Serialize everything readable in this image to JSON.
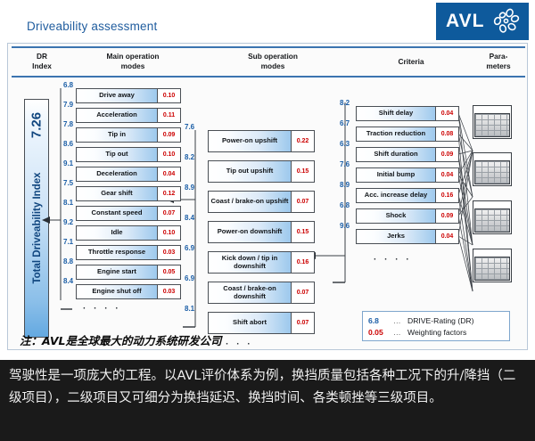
{
  "header": {
    "title": "Driveability assessment",
    "logo_text": "AVL",
    "logo_mark": "avl-swirl-icon"
  },
  "columns": {
    "dr_index": "DR\nIndex",
    "dr_index_line1": "DR",
    "dr_index_line2": "Index",
    "main_line1": "Main operation",
    "main_line2": "modes",
    "sub_line1": "Sub operation",
    "sub_line2": "modes",
    "criteria": "Criteria",
    "parameters_line1": "Para-",
    "parameters_line2": "meters"
  },
  "total_index": {
    "value": "7.26",
    "label": "Total Driveability Index"
  },
  "main_modes": [
    {
      "score": "6.8",
      "label": "Drive away",
      "weight": "0.10"
    },
    {
      "score": "7.9",
      "label": "Acceleration",
      "weight": "0.11"
    },
    {
      "score": "7.8",
      "label": "Tip in",
      "weight": "0.09"
    },
    {
      "score": "8.6",
      "label": "Tip out",
      "weight": "0.10"
    },
    {
      "score": "9.1",
      "label": "Deceleration",
      "weight": "0.04"
    },
    {
      "score": "7.5",
      "label": "Gear shift",
      "weight": "0.12"
    },
    {
      "score": "8.1",
      "label": "Constant speed",
      "weight": "0.07"
    },
    {
      "score": "9.2",
      "label": "Idle",
      "weight": "0.10"
    },
    {
      "score": "7.1",
      "label": "Throttle response",
      "weight": "0.03"
    },
    {
      "score": "8.8",
      "label": "Engine start",
      "weight": "0.05"
    },
    {
      "score": "8.4",
      "label": "Engine shut off",
      "weight": "0.03"
    }
  ],
  "sub_modes": [
    {
      "score": "7.6",
      "label": "Power-on upshift",
      "weight": "0.22"
    },
    {
      "score": "8.2",
      "label": "Tip out upshift",
      "weight": "0.15"
    },
    {
      "score": "8.9",
      "label": "Coast / brake-on upshift",
      "weight": "0.07"
    },
    {
      "score": "8.4",
      "label": "Power-on downshift",
      "weight": "0.15"
    },
    {
      "score": "6.9",
      "label": "Kick down / tip in downshift",
      "weight": "0.16"
    },
    {
      "score": "6.9",
      "label": "Coast / brake-on downshift",
      "weight": "0.07"
    },
    {
      "score": "8.1",
      "label": "Shift abort",
      "weight": "0.07"
    }
  ],
  "criteria": [
    {
      "score": "8.2",
      "label": "Shift delay",
      "weight": "0.04"
    },
    {
      "score": "6.7",
      "label": "Traction reduction",
      "weight": "0.08"
    },
    {
      "score": "6.3",
      "label": "Shift duration",
      "weight": "0.09"
    },
    {
      "score": "7.6",
      "label": "Initial bump",
      "weight": "0.04"
    },
    {
      "score": "8.9",
      "label": "Acc. increase delay",
      "weight": "0.16"
    },
    {
      "score": "6.8",
      "label": "Shock",
      "weight": "0.09"
    },
    {
      "score": "9.6",
      "label": "Jerks",
      "weight": "0.04"
    }
  ],
  "parameter_tables": [
    "parameter-table-1",
    "parameter-table-2",
    "parameter-table-3",
    "parameter-table-4"
  ],
  "ellipses": {
    "main": "· · · ·",
    "sub": "· · · ·",
    "criteria": "· · · ·"
  },
  "legend": {
    "dr_key": "6.8",
    "dr_dots": "…",
    "dr_text": "DRIVE-Rating (DR)",
    "wf_key": "0.05",
    "wf_dots": "…",
    "wf_text": "Weighting factors"
  },
  "note": "注：AVL是全球最大的动力系统研发公司",
  "caption": "驾驶性是一项庞大的工程。以AVL评价体系为例，换挡质量包括各种工况下的升/降挡（二级项目），二级项目又可细分为换挡延迟、换挡时间、各类顿挫等三级项目。",
  "colors": {
    "brand_blue": "#0e5a9c",
    "title_blue": "#1f5c9e",
    "score_blue": "#1b5ea6",
    "weight_red": "#cc0000",
    "rule_blue": "#3b74b0"
  }
}
